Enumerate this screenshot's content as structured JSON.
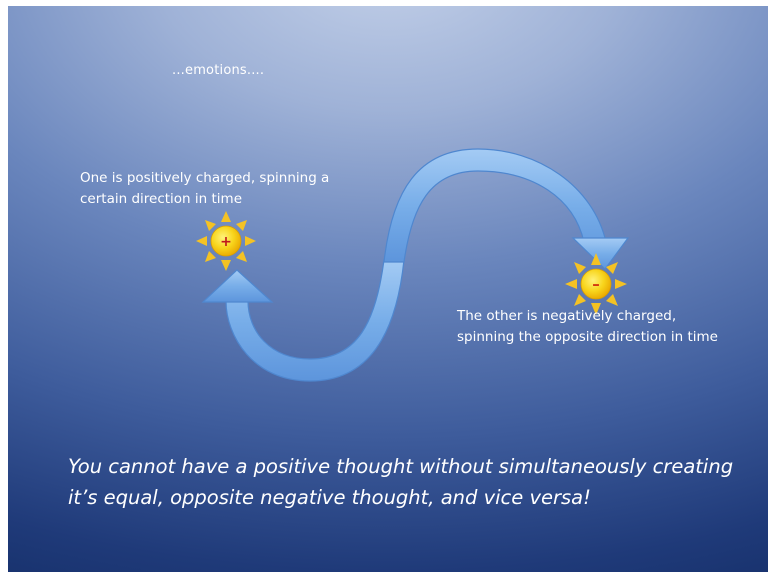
{
  "slide": {
    "heading": "...emotions....",
    "positive_text": "One is positively charged, spinning a certain direction in time",
    "negative_text": "The other is negatively charged, spinning the opposite direction in time",
    "caption": "You cannot have a positive thought without simultaneously creating it’s equal, opposite negative thought, and vice versa!"
  },
  "suns": {
    "positive_symbol": "+",
    "negative_symbol": "–"
  },
  "colors": {
    "sun_core": "#f7d117",
    "sun_rays": "#f4c224",
    "positive_symbol": "#c0181c",
    "negative_symbol": "#d23a0f",
    "arrow_fill": "#78aee9",
    "arrow_edge": "#4f87cf"
  }
}
